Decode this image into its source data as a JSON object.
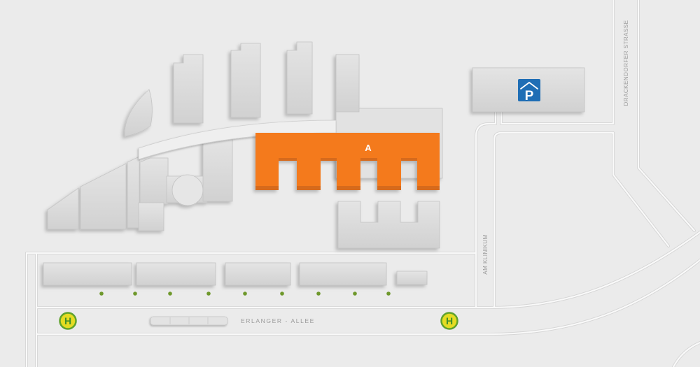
{
  "colors": {
    "background": "#ebebeb",
    "highlight_building": "#f47a1f",
    "parking_sign": "#1f6eb5",
    "bus_stop_fill": "#e5dc22",
    "bus_stop_ring": "#5fa22d",
    "bus_stop_letter": "#3f8f2a",
    "trees": "#6e982b",
    "street_label": "#9a9a9a"
  },
  "buildings": {
    "highlighted": {
      "label": "A"
    },
    "parking": {
      "label": "P",
      "icon": "parking-icon"
    }
  },
  "streets": {
    "drackendorfer": "DRACKENDORFER STRASSE",
    "am_klinikum": "AM KLINIKUM",
    "erlanger_allee": "ERLANGER - ALLEE"
  },
  "bus_stops": [
    {
      "label": "H",
      "icon": "bus-stop-icon"
    },
    {
      "label": "H",
      "icon": "bus-stop-icon"
    }
  ]
}
